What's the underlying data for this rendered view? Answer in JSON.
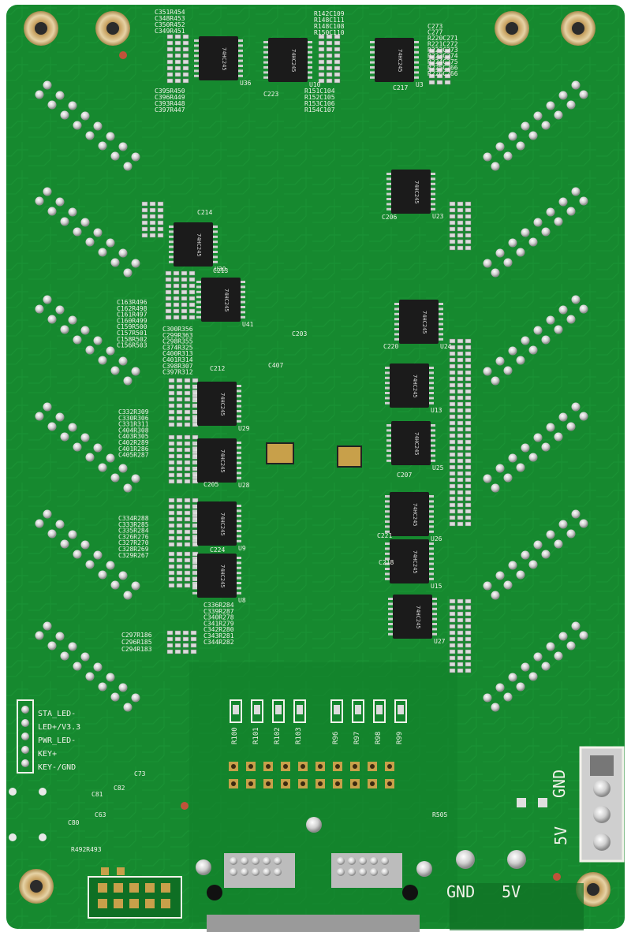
{
  "board": {
    "colors": {
      "pcb": "#16892f",
      "pcb_dark": "#0f6f24",
      "trace": "#1d9a39",
      "silk": "#f2f2ea",
      "pad": "#d9d9d9",
      "gold": "#c8a04a",
      "chip": "#1b1b1b"
    },
    "chip_text": "74HC245",
    "chips": [
      {
        "ref": "U36"
      },
      {
        "ref": "U10"
      },
      {
        "ref": "U3"
      },
      {
        "ref": "U23"
      },
      {
        "ref": "U30"
      },
      {
        "ref": "U41"
      },
      {
        "ref": "U24"
      },
      {
        "ref": "U29"
      },
      {
        "ref": "U13"
      },
      {
        "ref": "U28"
      },
      {
        "ref": "U25"
      },
      {
        "ref": "U9"
      },
      {
        "ref": "U26"
      },
      {
        "ref": "U8"
      },
      {
        "ref": "U15"
      },
      {
        "ref": "U27"
      }
    ],
    "silk_labels": {
      "top_left": [
        "C351R454",
        "C348R453",
        "C350R452",
        "C349R451"
      ],
      "top_left_bottom": [
        "C395R450",
        "C396R449",
        "C393R448",
        "C397R447"
      ],
      "top_mid": [
        "R142C109",
        "R148C111",
        "R148C108",
        "R150C110"
      ],
      "top_mid_bottom": [
        "R151C104",
        "R152C105",
        "R153C106",
        "R154C107"
      ],
      "top_right": [
        "C273",
        "C277",
        "R220C271",
        "R221C272",
        "R222C273",
        "R223C274",
        "R224C275",
        "R225C266",
        "R226C266"
      ],
      "left_mid_1": [
        "C163R496",
        "C162R498",
        "C161R497",
        "C160R499",
        "C159R500",
        "C157R501",
        "C158R502",
        "C156R503"
      ],
      "left_mid_2": [
        "C300R356",
        "C299R363",
        "C298R355",
        "C374R325",
        "C400R313",
        "C401R314",
        "C398R307",
        "C397R312"
      ],
      "left_mid_3": [
        "C332R309",
        "C330R306",
        "C331R311",
        "C404R308",
        "C403R305",
        "C402R289",
        "C401R286",
        "C405R287"
      ],
      "left_mid_4": [
        "C334R288",
        "C333R285",
        "C335R284",
        "C326R276",
        "C327R270",
        "C328R269",
        "C329R267"
      ],
      "left_low": [
        "C336R284",
        "C339R287",
        "C340R278",
        "C341R279",
        "C342R280",
        "C343R281",
        "C344R282"
      ],
      "left_bottom": [
        "C297R186",
        "C296R185",
        "C294R183"
      ],
      "resistors": [
        "R100",
        "R101",
        "R102",
        "R103",
        "R96",
        "R97",
        "R98",
        "R99"
      ],
      "header_pins": [
        "STA_LED-",
        "LED+/V3.3",
        "PWR_LED-",
        "KEY+",
        "KEY-/GND"
      ],
      "misc": [
        "C73",
        "C82",
        "C81",
        "C63",
        "C80",
        "R492R493",
        "R505",
        "C407",
        "C205",
        "C207",
        "C203",
        "C212",
        "C213",
        "C214",
        "C220",
        "C221",
        "C218",
        "C224",
        "C206",
        "C223",
        "C217"
      ],
      "power_gnd": "GND",
      "power_5v": "5V"
    }
  }
}
